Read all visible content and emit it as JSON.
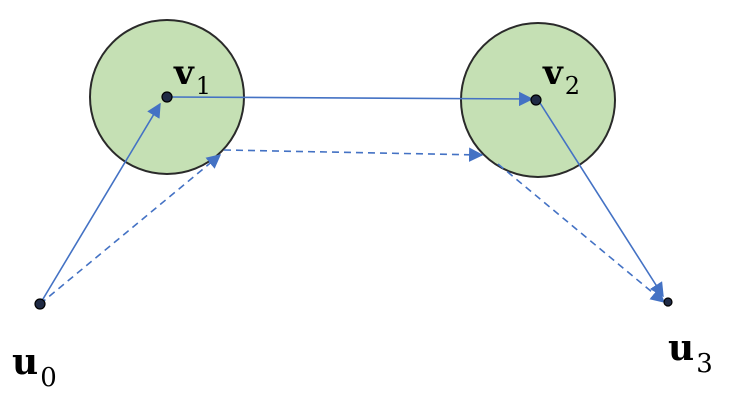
{
  "diagram": {
    "colors": {
      "disk_fill": "#c5e0b4",
      "disk_stroke": "#2a2a2a",
      "arrow": "#4472c4",
      "point": "#1f2a44",
      "text": "#000000"
    },
    "labels": {
      "v1": {
        "base": "v",
        "sub": "1"
      },
      "v2": {
        "base": "v",
        "sub": "2"
      },
      "u0": {
        "base": "u",
        "sub": "0"
      },
      "u3": {
        "base": "u",
        "sub": "3"
      }
    }
  }
}
